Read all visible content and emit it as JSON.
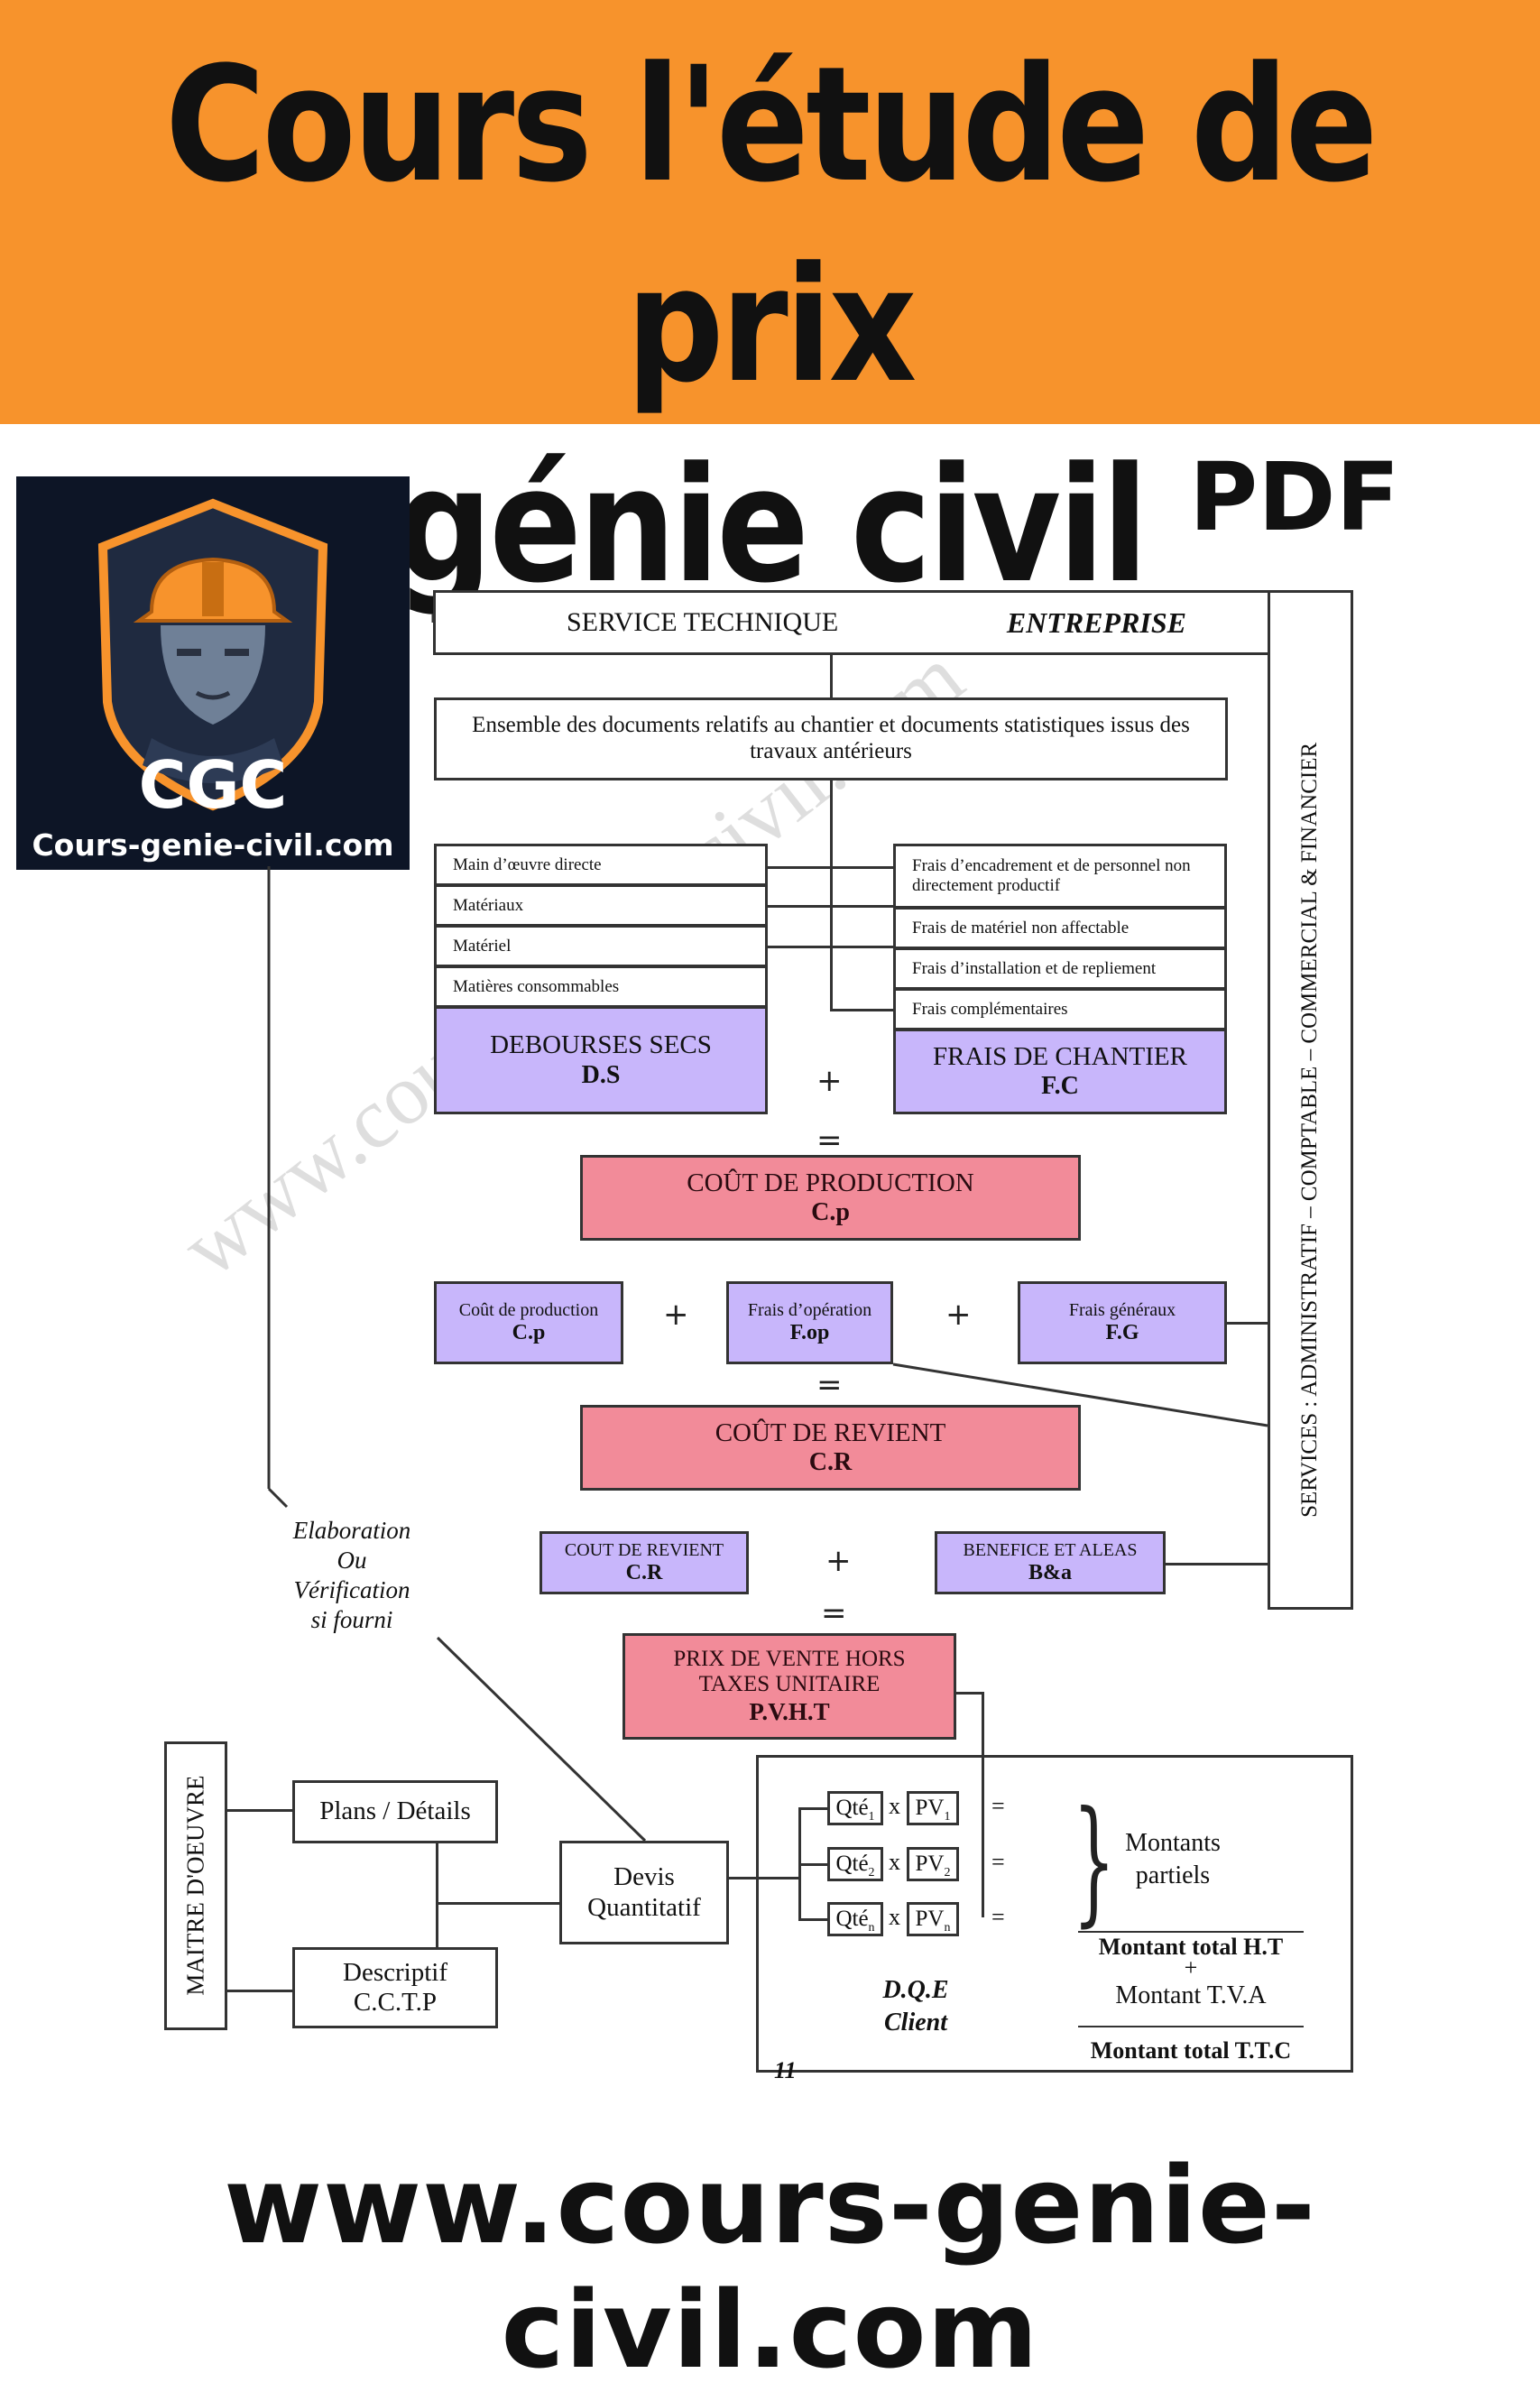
{
  "banner": {
    "line1": "Cours l'étude de prix",
    "line2": "génie civil",
    "color": "#F7932C"
  },
  "pdf_label": "PDF",
  "logo": {
    "initials": "CGC",
    "site": "Cours-genie-civil.com"
  },
  "diagram": {
    "service_technique": "SERVICE TECHNIQUE",
    "entreprise": "ENTREPRISE",
    "documents": "Ensemble des documents relatifs au chantier et documents statistiques issus des travaux antérieurs",
    "left_items": [
      "Main d’œuvre directe",
      "Matériaux",
      "Matériel",
      "Matières consommables"
    ],
    "right_items": [
      "Frais d’encadrement et de personnel non directement productif",
      "Frais de matériel non affectable",
      "Frais d’installation et de repliement",
      "Frais complémentaires"
    ],
    "debourses": {
      "label": "DEBOURSES SECS",
      "abbr": "D.S"
    },
    "frais_chantier": {
      "label": "FRAIS DE CHANTIER",
      "abbr": "F.C"
    },
    "cout_production": {
      "label": "COÛT DE PRODUCTION",
      "abbr": "C.p"
    },
    "cp_small": {
      "label": "Coût de production",
      "abbr": "C.p"
    },
    "fop": {
      "label": "Frais d’opération",
      "abbr": "F.op"
    },
    "fg": {
      "label": "Frais généraux",
      "abbr": "F.G"
    },
    "cout_revient": {
      "label": "COÛT DE REVIENT",
      "abbr": "C.R"
    },
    "cr_small": {
      "label": "COUT DE REVIENT",
      "abbr": "C.R"
    },
    "benefice": {
      "label": "BENEFICE ET ALEAS",
      "abbr": "B&a"
    },
    "pvht": {
      "line1": "PRIX DE VENTE HORS",
      "line2": "TAXES UNITAIRE",
      "abbr": "P.V.H.T"
    },
    "services_vertical": "SERVICES : ADMINISTRATIF – COMPTABLE – COMMERCIAL & FINANCIER",
    "elaboration": [
      "Elaboration",
      "Ou",
      "Vérification",
      "si fourni"
    ],
    "maitre_oeuvre": "MAITRE D'OEUVRE",
    "plans": "Plans / Détails",
    "descriptif": {
      "line1": "Descriptif",
      "line2": "C.C.T.P"
    },
    "devis": {
      "line1": "Devis",
      "line2": "Quantitatif"
    },
    "qty_rows": [
      {
        "q": "Qté",
        "qs": "1",
        "p": "PV",
        "ps": "1"
      },
      {
        "q": "Qté",
        "qs": "2",
        "p": "PV",
        "ps": "2"
      },
      {
        "q": "Qté",
        "qs": "n",
        "p": "PV",
        "ps": "n"
      }
    ],
    "times": "x",
    "plus": "+",
    "equals": "=",
    "montants": {
      "line1": "Montants",
      "line2": "partiels"
    },
    "total_ht": "Montant total H.T",
    "tva": "Montant T.V.A",
    "total_ttc": "Montant total T.T.C",
    "dqe": {
      "line1": "D.Q.E",
      "line2": "Client"
    },
    "page_number": "11",
    "watermark": "www.cours-genie-civil.com"
  },
  "footer_url": "www.cours-genie-civil.com",
  "colors": {
    "purple": "#C8B6FB",
    "pink": "#F28B99"
  }
}
